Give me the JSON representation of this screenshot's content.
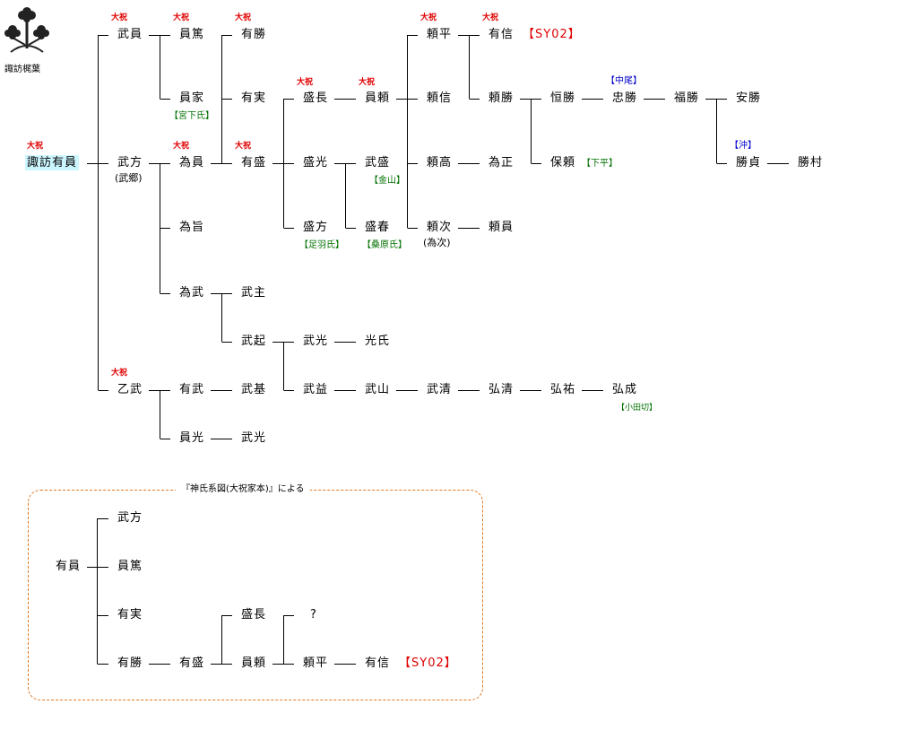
{
  "crest": {
    "label": "諏訪梶葉",
    "icon": "kaji-leaf-crest-icon"
  },
  "tag_label": "大祝",
  "main_tree": {
    "root": {
      "name": "諏訪有員",
      "tag": "大祝"
    },
    "nodes": {
      "takekazu": {
        "name": "武員",
        "tag": "大祝"
      },
      "takekata": {
        "name": "武方",
        "alias": "(武郷)"
      },
      "otodake": {
        "name": "乙武",
        "tag": "大祝"
      },
      "kazuatsu": {
        "name": "員篤",
        "tag": "大祝"
      },
      "kazuie": {
        "name": "員家",
        "clan": "【宮下氏】"
      },
      "tamekazu": {
        "name": "為員",
        "tag": "大祝"
      },
      "tamemune": {
        "name": "為旨"
      },
      "tametake": {
        "name": "為武"
      },
      "aritake": {
        "name": "有武"
      },
      "kazumitsu": {
        "name": "員光"
      },
      "arikatsu": {
        "name": "有勝",
        "tag": "大祝"
      },
      "arizane": {
        "name": "有実"
      },
      "arimori": {
        "name": "有盛",
        "tag": "大祝"
      },
      "takenushi": {
        "name": "武主"
      },
      "takeoki": {
        "name": "武起"
      },
      "takemoto": {
        "name": "武基"
      },
      "takemitsu2": {
        "name": "武光"
      },
      "morinaga": {
        "name": "盛長",
        "tag": "大祝"
      },
      "morimitsu": {
        "name": "盛光"
      },
      "morikata": {
        "name": "盛方",
        "clan": "【足羽氏】"
      },
      "takemitsu": {
        "name": "武光"
      },
      "takemasu": {
        "name": "武益"
      },
      "kazuyori": {
        "name": "員頼",
        "tag": "大祝"
      },
      "takemori": {
        "name": "武盛",
        "clan": "【金山】"
      },
      "moriharu": {
        "name": "盛春",
        "clan": "【桑原氏】"
      },
      "mitsuuji": {
        "name": "光氏"
      },
      "takeyama": {
        "name": "武山"
      },
      "yorihira": {
        "name": "頼平",
        "tag": "大祝"
      },
      "yorinobu": {
        "name": "頼信"
      },
      "yoritaka": {
        "name": "頼高"
      },
      "yoritsugu": {
        "name": "頼次",
        "alias": "(為次)"
      },
      "takekiyo": {
        "name": "武清"
      },
      "arinobu": {
        "name": "有信",
        "tag": "大祝",
        "code": "【SY02】"
      },
      "yorikatsu": {
        "name": "頼勝"
      },
      "tamemasa": {
        "name": "為正"
      },
      "yorikazu": {
        "name": "頼員"
      },
      "hirokiyo": {
        "name": "弘清"
      },
      "tsunekatsu": {
        "name": "恒勝"
      },
      "yasuyori": {
        "name": "保頼",
        "clan": "【下平】"
      },
      "hirosuke": {
        "name": "弘祐"
      },
      "tadakatsu": {
        "name": "忠勝",
        "clan": "【中尾】"
      },
      "hironari": {
        "name": "弘成",
        "clan": "【小田切】"
      },
      "fukukatsu": {
        "name": "福勝"
      },
      "yasukatsu": {
        "name": "安勝"
      },
      "katsusada": {
        "name": "勝貞",
        "clan": "【沖】"
      },
      "katsumura": {
        "name": "勝村"
      }
    }
  },
  "alt_tree": {
    "title": "『神氏系図(大祝家本)』による",
    "root": "有員",
    "children": [
      "武方",
      "員篤",
      "有実",
      "有勝"
    ],
    "line": [
      "有盛",
      "員頼",
      "頼平",
      "有信"
    ],
    "branch_morinaga": "盛長",
    "unknown": "?",
    "code": "【SY02】"
  },
  "colors": {
    "tag": "#e00000",
    "clan": "#007000",
    "clan_blue": "#0000cc",
    "frame": "#e07820",
    "highlight": "#ccf6ff"
  }
}
